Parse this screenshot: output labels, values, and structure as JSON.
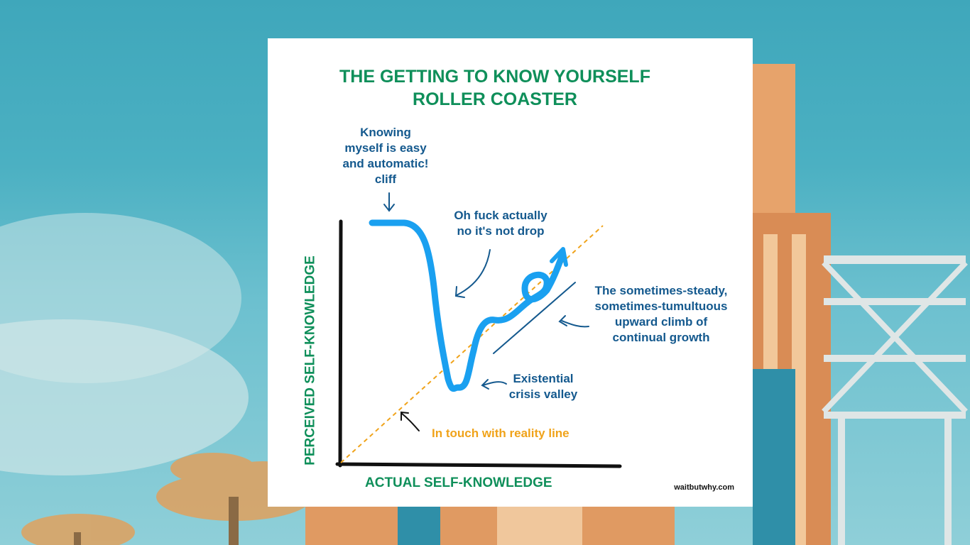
{
  "title": {
    "line1": "THE GETTING TO KNOW YOURSELF",
    "line2": "ROLLER COASTER"
  },
  "annotations": {
    "peak": [
      "Knowing",
      "myself is easy",
      "and automatic!",
      "cliff"
    ],
    "drop": [
      "Oh fuck actually",
      "no it's not drop"
    ],
    "climb": [
      "The sometimes-steady,",
      "sometimes-tumultuous",
      "upward climb of",
      "continual growth"
    ],
    "valley": [
      "Existential",
      "crisis valley"
    ],
    "reality": "In touch with reality line"
  },
  "axes": {
    "x_label": "ACTUAL SELF-KNOWLEDGE",
    "y_label": "PERCEIVED SELF-KNOWLEDGE"
  },
  "source": "waitbutwhy.com",
  "colors": {
    "title": "#0f8f5a",
    "annotation": "#14598e",
    "curve": "#1aa0f0",
    "reality_line": "#f0a31a",
    "axes": "#111111"
  }
}
